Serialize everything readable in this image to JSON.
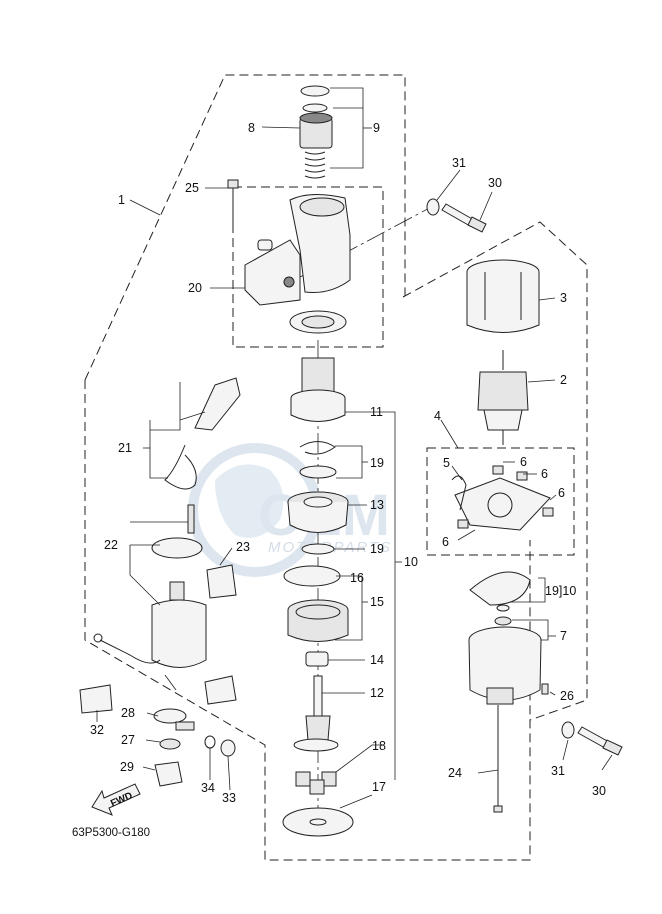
{
  "diagram_code": "63P5300-G180",
  "watermark": {
    "main": "OEM",
    "sub": "MOTORPARTS"
  },
  "fwd_label": "FWD",
  "callouts": {
    "c1": "1",
    "c2": "2",
    "c3": "3",
    "c4": "4",
    "c5": "5",
    "c6a": "6",
    "c6b": "6",
    "c6c": "6",
    "c6d": "6",
    "c7": "7",
    "c8": "8",
    "c9": "9",
    "c10a": "10",
    "c10b": "19]10",
    "c11": "11",
    "c12": "12",
    "c13": "13",
    "c14": "14",
    "c15": "15",
    "c16": "16",
    "c17": "17",
    "c18": "18",
    "c19a": "19",
    "c19b": "19",
    "c20": "20",
    "c21": "21",
    "c22": "22",
    "c23": "23",
    "c24": "24",
    "c25": "25",
    "c26": "26",
    "c27": "27",
    "c28": "28",
    "c29": "29",
    "c30a": "30",
    "c30b": "30",
    "c31a": "31",
    "c31b": "31",
    "c32": "32",
    "c33": "33",
    "c34": "34"
  }
}
